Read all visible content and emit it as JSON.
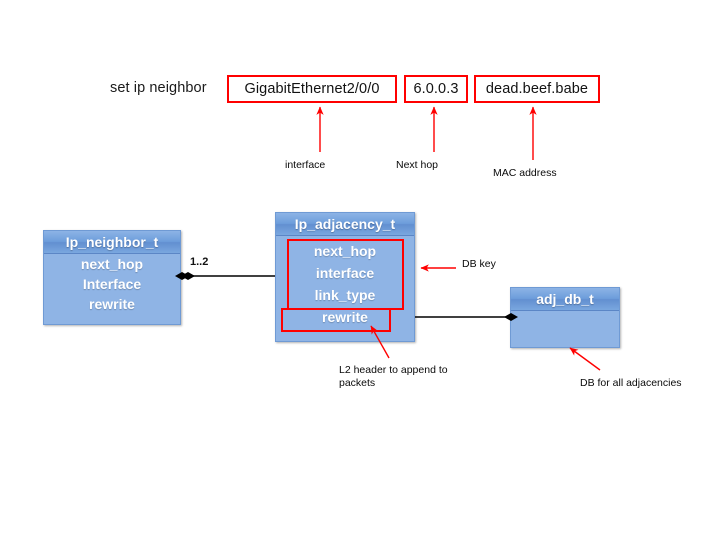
{
  "command": {
    "prefix_label": "set ip neighbor",
    "args": [
      {
        "value": "GigabitEthernet2/0/0",
        "caption": "interface"
      },
      {
        "value": "6.0.0.3",
        "caption": "Next hop"
      },
      {
        "value": "dead.beef.babe",
        "caption": "MAC address"
      }
    ]
  },
  "classes": {
    "neighbor": {
      "title": "Ip_neighbor_t",
      "attributes": [
        "next_hop",
        "Interface",
        "rewrite"
      ]
    },
    "adjacency": {
      "title": "Ip_adjacency_t",
      "attributes": [
        "next_hop",
        "interface",
        "link_type",
        "rewrite"
      ]
    },
    "adj_db": {
      "title": "adj_db_t",
      "attributes": []
    }
  },
  "relations": {
    "neighbor_to_adjacency_multiplicity": "1..2"
  },
  "annotations": {
    "db_key": "DB key",
    "l2_header": "L2 header to append to packets",
    "db_all_adjacencies": "DB for all adjacencies"
  },
  "colors": {
    "box_fill": "#8fb4e5",
    "box_header": "#6d9ddb",
    "box_border": "#6f9ad4",
    "highlight": "#ff0000",
    "connector": "#000000",
    "text_light": "#ffffff",
    "text_dark": "#111111",
    "background": "#ffffff"
  }
}
